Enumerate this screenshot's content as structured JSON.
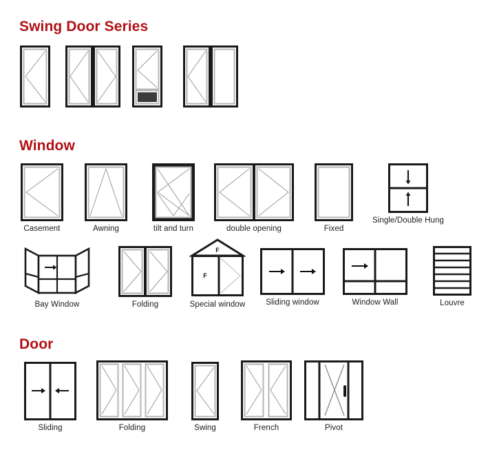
{
  "page": {
    "title_color": "#b01116",
    "background": "#ffffff",
    "line_color": "#1a1a1a",
    "sash_color": "#9a9a9a",
    "panel_fill": "#3a3a3a"
  },
  "sections": [
    {
      "id": "swing-door-series",
      "heading": "Swing Door Series",
      "items": [
        {
          "id": "swing-single",
          "caption": ""
        },
        {
          "id": "swing-double",
          "caption": ""
        },
        {
          "id": "swing-with-panel",
          "caption": ""
        },
        {
          "id": "swing-plus-fixed",
          "caption": ""
        }
      ]
    },
    {
      "id": "window",
      "heading": "Window",
      "row1": [
        {
          "id": "casement",
          "caption": "Casement"
        },
        {
          "id": "awning",
          "caption": "Awning"
        },
        {
          "id": "tilt-and-turn",
          "caption": "tilt and turn"
        },
        {
          "id": "double-opening",
          "caption": "double opening"
        },
        {
          "id": "fixed",
          "caption": "Fixed"
        },
        {
          "id": "single-double-hung",
          "caption": "Single/Double Hung"
        }
      ],
      "row2": [
        {
          "id": "bay-window",
          "caption": "Bay Window"
        },
        {
          "id": "folding-window",
          "caption": "Folding"
        },
        {
          "id": "special-window",
          "caption": "Special window",
          "marks": [
            "F",
            "F"
          ]
        },
        {
          "id": "sliding-window",
          "caption": "Sliding window"
        },
        {
          "id": "window-wall",
          "caption": "Window Wall"
        },
        {
          "id": "louvre",
          "caption": "Louvre",
          "slats": 7
        }
      ]
    },
    {
      "id": "door",
      "heading": "Door",
      "items": [
        {
          "id": "sliding-door",
          "caption": "Sliding"
        },
        {
          "id": "folding-door",
          "caption": "Folding"
        },
        {
          "id": "swing-door",
          "caption": "Swing"
        },
        {
          "id": "french-door",
          "caption": "French"
        },
        {
          "id": "pivot-door",
          "caption": "Pivot"
        }
      ]
    }
  ]
}
